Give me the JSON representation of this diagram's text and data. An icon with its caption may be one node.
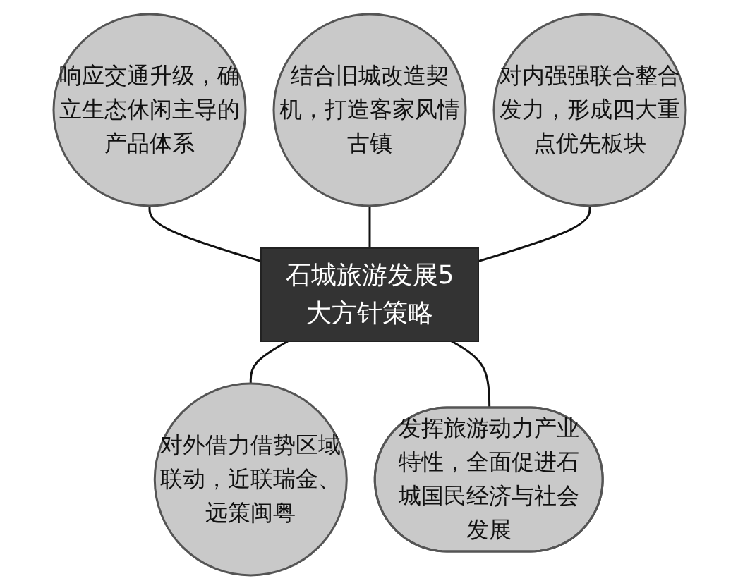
{
  "diagram": {
    "nodes": [
      {
        "text": [
          "响应交通升级，确立生态休闲主导的产品体系"
        ]
      },
      {
        "text": [
          "结合旧城改造契机，打造客家风情古镇"
        ]
      },
      {
        "text": [
          "对内强强联合整合发力，形成四大重点优先板块"
        ]
      },
      {
        "text": [
          "石城旅游发展5大方针策略"
        ]
      },
      {
        "text": [
          "对外借力借势区域联动，近联瑞金、远策闽粤"
        ]
      },
      {
        "text": [
          "发挥旅游动力产业特性，全面促进石城国民经济与社会发展"
        ]
      }
    ],
    "edges": [
      {
        "from": 0,
        "to": 3,
        "arrow": "none"
      },
      {
        "from": 1,
        "to": 3,
        "arrow": "none"
      },
      {
        "from": 2,
        "to": 3,
        "arrow": "none"
      },
      {
        "from": 3,
        "to": 4,
        "arrow": "none"
      },
      {
        "from": 3,
        "to": 5,
        "arrow": "none"
      }
    ]
  }
}
